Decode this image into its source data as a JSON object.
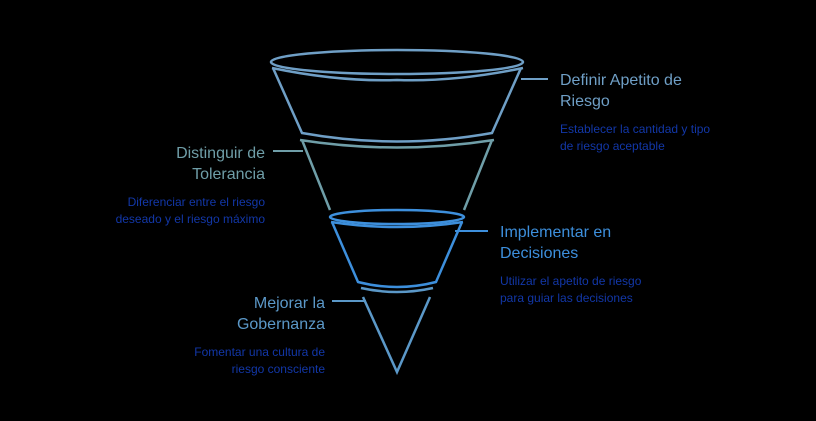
{
  "colors": {
    "background": "#000000",
    "stage1": "#6f9fc6",
    "stage2": "#6f9ea8",
    "stage3": "#3d8fdc",
    "stage4": "#5b98c8",
    "description": "#1237a8"
  },
  "stages": [
    {
      "title_line1": "Definir Apetito de",
      "title_line2": "Riesgo",
      "desc_line1": "Establecer la cantidad y tipo",
      "desc_line2": "de riesgo aceptable",
      "side": "right"
    },
    {
      "title_line1": "Distinguir de",
      "title_line2": "Tolerancia",
      "desc_line1": "Diferenciar entre el riesgo",
      "desc_line2": "deseado y el riesgo máximo",
      "side": "left"
    },
    {
      "title_line1": "Implementar en",
      "title_line2": "Decisiones",
      "desc_line1": "Utilizar el apetito de riesgo",
      "desc_line2": "para guiar las decisiones",
      "side": "right"
    },
    {
      "title_line1": "Mejorar la",
      "title_line2": "Gobernanza",
      "desc_line1": "Fomentar una cultura de",
      "desc_line2": "riesgo consciente",
      "side": "left"
    }
  ]
}
